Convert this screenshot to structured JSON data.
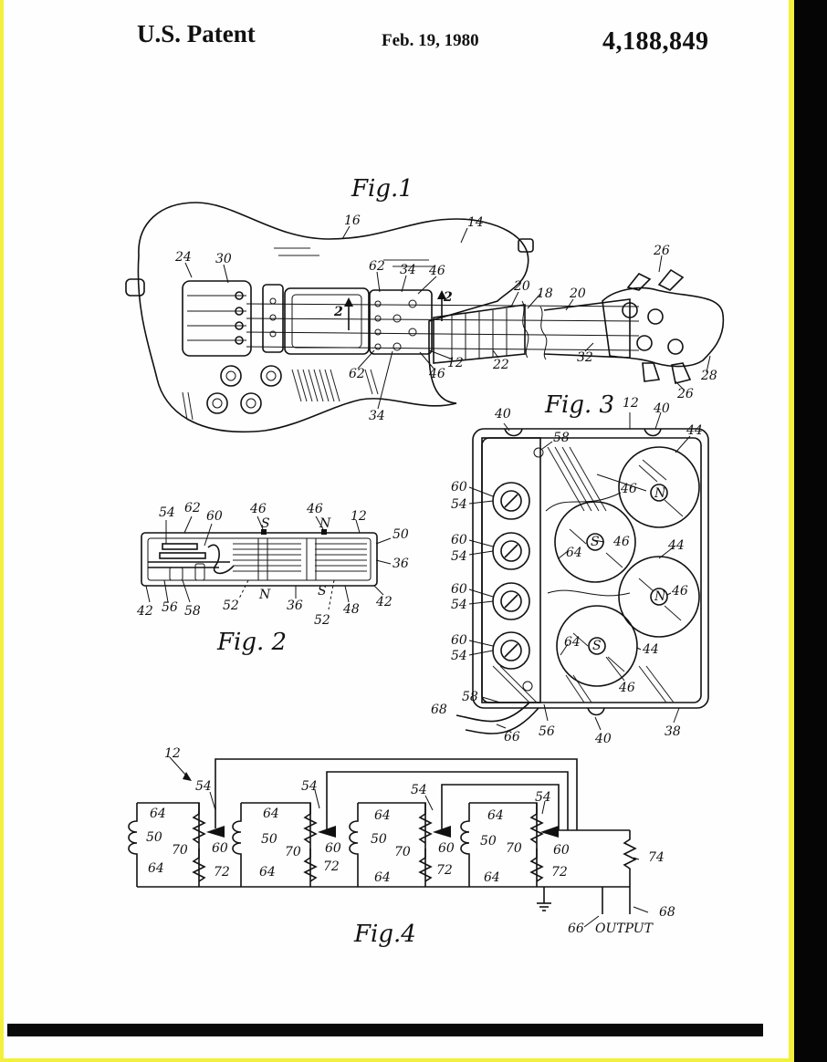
{
  "header": {
    "left": "U.S. Patent",
    "date": "Feb. 19, 1980",
    "number": "4,188,849"
  },
  "figures": {
    "fig1": "Fig.1",
    "fig2": "Fig. 2",
    "fig3": "Fig. 3",
    "fig4": "Fig.4"
  },
  "labels": {
    "r2": "2",
    "r12": "12",
    "r14": "14",
    "r16": "16",
    "r18": "18",
    "r20": "20",
    "r22": "22",
    "r24": "24",
    "r26": "26",
    "r28": "28",
    "r30": "30",
    "r32": "32",
    "r34": "34",
    "r36": "36",
    "r38": "38",
    "r40": "40",
    "r42": "42",
    "r44": "44",
    "r46": "46",
    "r48": "48",
    "r50": "50",
    "r52": "52",
    "r54": "54",
    "r56": "56",
    "r58": "58",
    "r60": "60",
    "r62": "62",
    "r64": "64",
    "r66": "66",
    "r68": "68",
    "r70": "70",
    "r72": "72",
    "r74": "74",
    "pole_n": "N",
    "pole_s": "S",
    "output": "OUTPUT"
  },
  "colors": {
    "frame": "#f4ef3c",
    "paper": "#fefefe",
    "ink": "#111111"
  }
}
